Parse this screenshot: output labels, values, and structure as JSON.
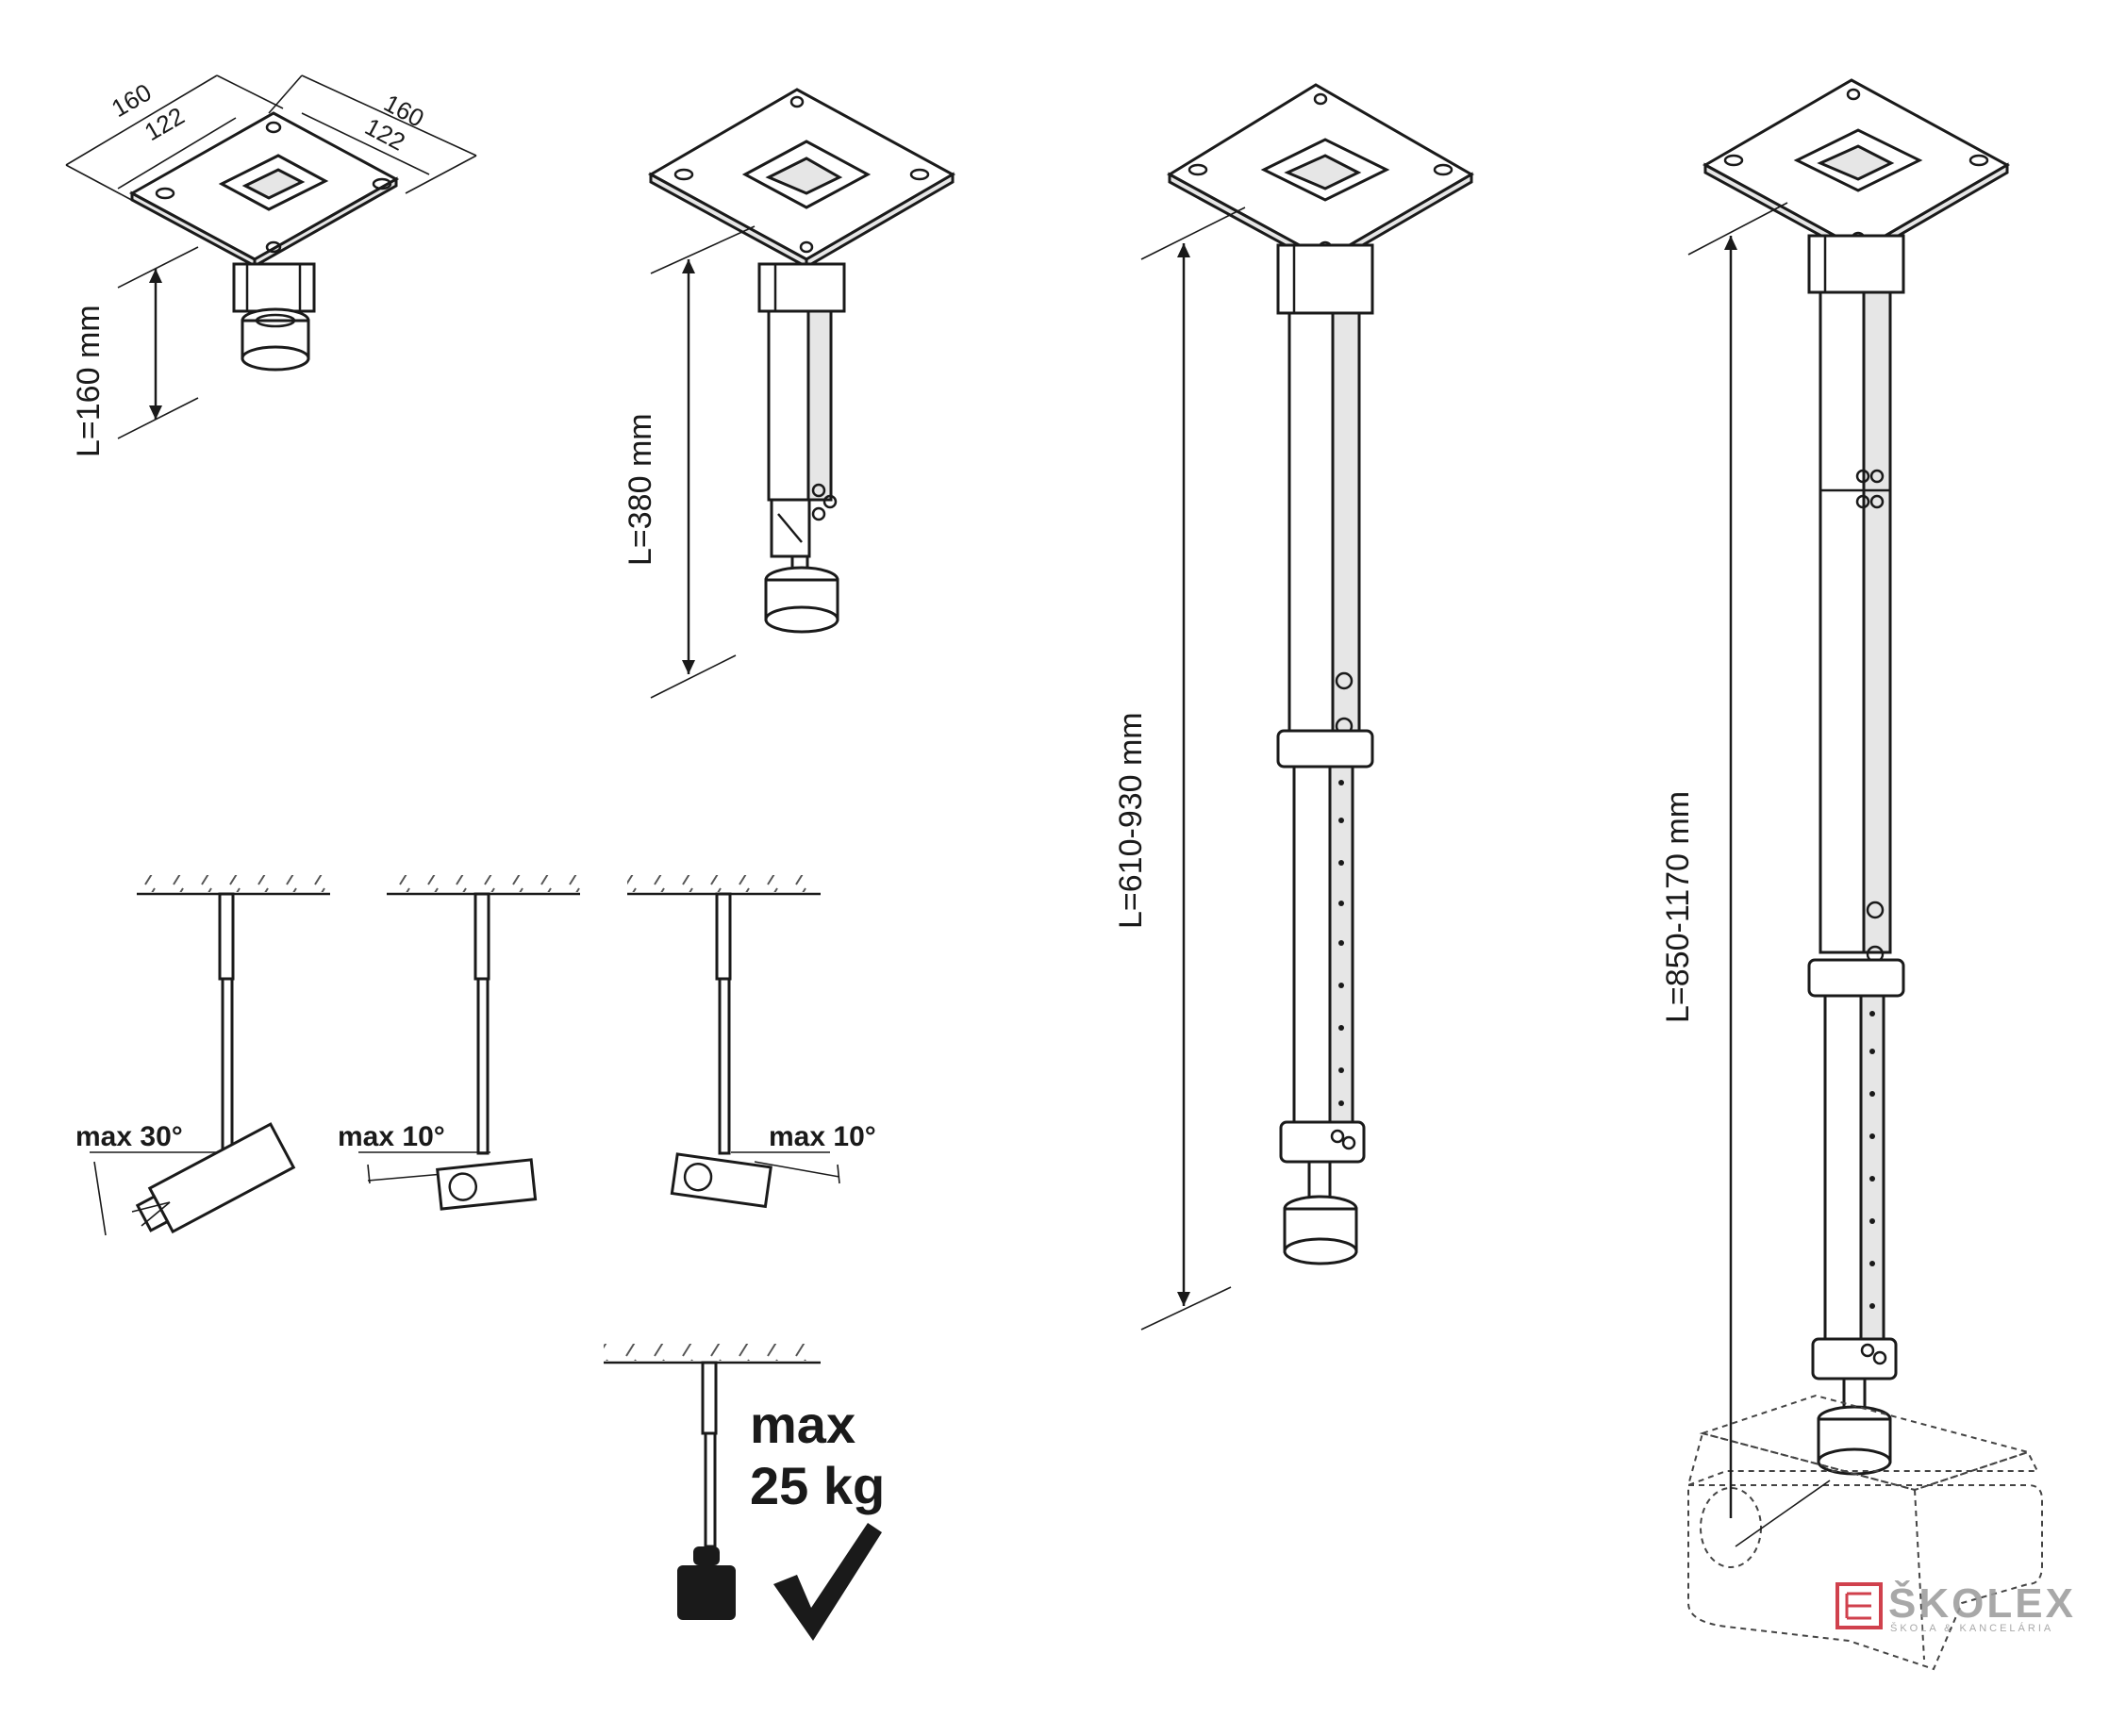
{
  "mounts": [
    {
      "length_label": "L=160 mm",
      "plate_dims": {
        "outer_left": "160",
        "inner_left": "122",
        "outer_right": "160",
        "inner_right": "122"
      }
    },
    {
      "length_label": "L=380 mm"
    },
    {
      "length_label": "L=610-930 mm"
    },
    {
      "length_label": "L=850-1170 mm"
    }
  ],
  "tilt": [
    {
      "label": "max 30°"
    },
    {
      "label": "max 10°"
    },
    {
      "label": "max 10°"
    }
  ],
  "load": {
    "line1": "max",
    "line2": "25 kg"
  },
  "watermark": {
    "brand": "ŠKOLEX",
    "subtitle": "ŠKOLA & KANCELÁRIA",
    "color": "#c8202f"
  }
}
